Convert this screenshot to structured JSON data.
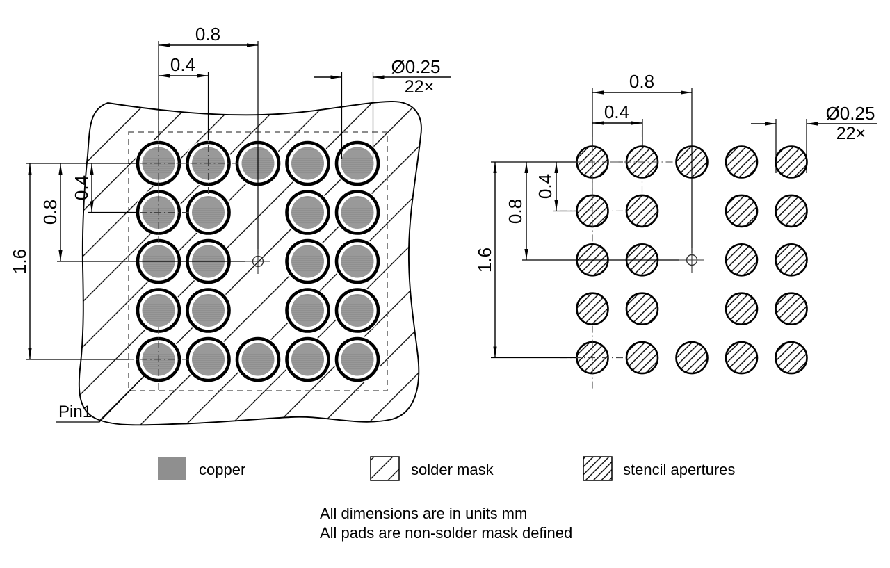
{
  "diagram": {
    "dim_08": "0.8",
    "dim_04": "0.4",
    "dim_16": "1.6",
    "pad_diameter": "Ø0.25",
    "pad_count": "22×",
    "pin1_label": "Pin1"
  },
  "legend": {
    "copper": "copper",
    "solder_mask": "solder mask",
    "stencil": "stencil apertures"
  },
  "notes": {
    "line1": "All dimensions are in units mm",
    "line2": "All pads are non-solder mask defined"
  },
  "colors": {
    "copper": "#8f8f8f",
    "line": "#000000",
    "centerline": "#444444",
    "outline_dash": "#666666"
  },
  "grid": {
    "rows": 5,
    "cols": 5,
    "missing_cells": [
      [
        1,
        2
      ],
      [
        2,
        2
      ],
      [
        3,
        2
      ]
    ],
    "centerline_cells": [
      [
        0,
        0
      ],
      [
        0,
        1
      ],
      [
        1,
        0
      ],
      [
        4,
        0
      ]
    ],
    "pad_count": 22,
    "pitch_mm": 0.4,
    "pad_diameter_mm": 0.25,
    "span_mm": 1.6
  }
}
